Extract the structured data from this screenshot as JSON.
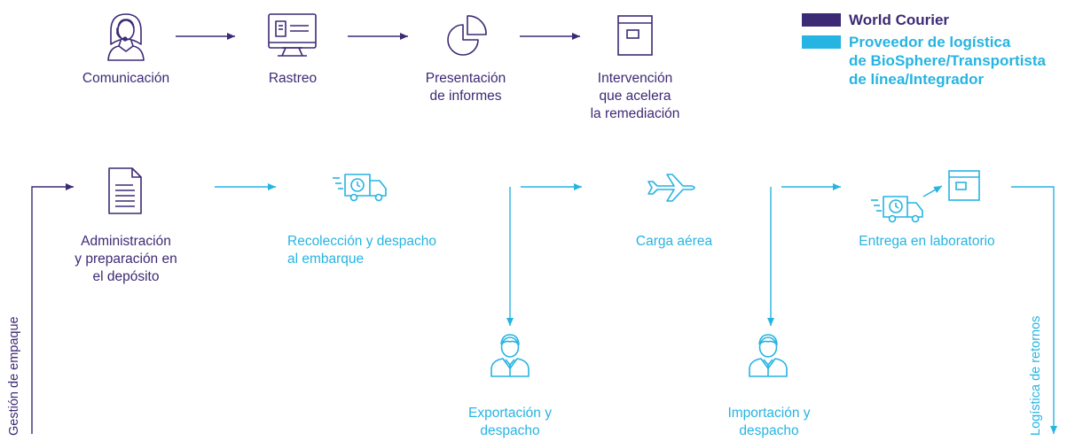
{
  "colors": {
    "world_courier": "#3d2a75",
    "biosphere": "#26b4e2"
  },
  "legend": {
    "world_courier": "World Courier",
    "biosphere_line1": "Proveedor de logística",
    "biosphere_line2": "de BioSphere/Transportista",
    "biosphere_line3": "de línea/Integrador"
  },
  "top_row": {
    "comunicacion": "Comunicación",
    "rastreo": "Rastreo",
    "informes_1": "Presentación",
    "informes_2": "de informes",
    "intervencion_1": "Intervención",
    "intervencion_2": "que acelera",
    "intervencion_3": "la remediación"
  },
  "process": {
    "administracion_1": "Administración",
    "administracion_2": "y preparación en",
    "administracion_3": "el depósito",
    "recoleccion_1": "Recolección y despacho",
    "recoleccion_2": "al embarque",
    "carga": "Carga aérea",
    "entrega": "Entrega en laboratorio",
    "exportacion_1": "Exportación y",
    "exportacion_2": "despacho",
    "importacion_1": "Importación y",
    "importacion_2": "despacho"
  },
  "vertical": {
    "empaque": "Gestión de empaque",
    "retornos": "Logística de retornos"
  }
}
